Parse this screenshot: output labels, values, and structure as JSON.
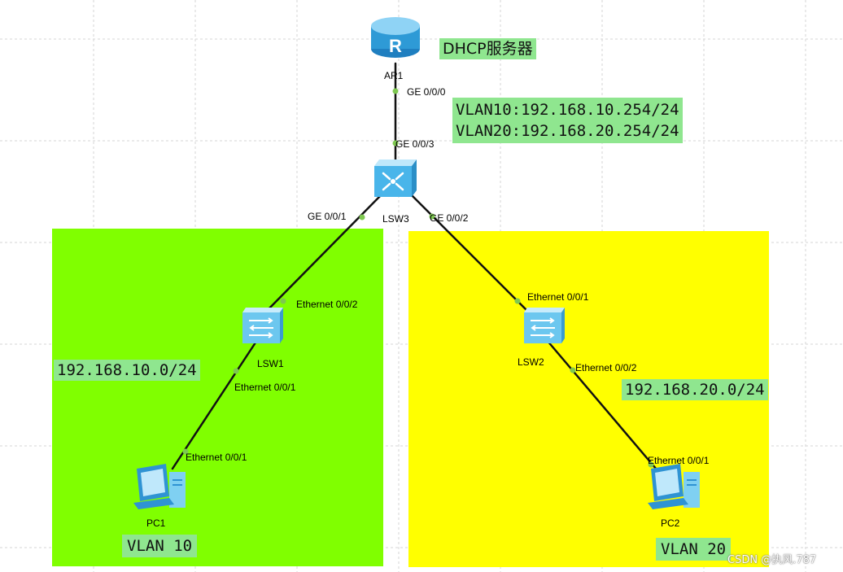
{
  "colors": {
    "vlan10_zone": "#80ff00",
    "vlan20_zone": "#ffff00",
    "note_bg": "#8fe68f",
    "link": "#000000",
    "port_dot": "#7ec850",
    "device_blue": "#3aa6e0"
  },
  "devices": {
    "router": {
      "label": "AR1",
      "icon": "router-icon"
    },
    "core_switch": {
      "label": "LSW3",
      "icon": "l3-switch-icon"
    },
    "switch1": {
      "label": "LSW1",
      "icon": "l2-switch-icon"
    },
    "switch2": {
      "label": "LSW2",
      "icon": "l2-switch-icon"
    },
    "pc1": {
      "label": "PC1",
      "icon": "pc-icon"
    },
    "pc2": {
      "label": "PC2",
      "icon": "pc-icon"
    }
  },
  "ports": {
    "ar1_ge000": "GE 0/0/0",
    "lsw3_ge003": "GE 0/0/3",
    "lsw3_ge001": "GE 0/0/1",
    "lsw3_ge002": "GE 0/0/2",
    "lsw1_e002": "Ethernet 0/0/2",
    "lsw1_e001": "Ethernet 0/0/1",
    "pc1_e001": "Ethernet 0/0/1",
    "lsw2_e001": "Ethernet 0/0/1",
    "lsw2_e002": "Ethernet 0/0/2",
    "pc2_e001": "Ethernet 0/0/1"
  },
  "notes": {
    "dhcp_server": "DHCP服务器",
    "vlanif10": "VLAN10:192.168.10.254/24",
    "vlanif20": "VLAN20:192.168.20.254/24",
    "subnet10": "192.168.10.0/24",
    "subnet20": "192.168.20.0/24",
    "vlan10": "VLAN 10",
    "vlan20": "VLAN 20"
  },
  "watermark": "CSDN @执风.787"
}
